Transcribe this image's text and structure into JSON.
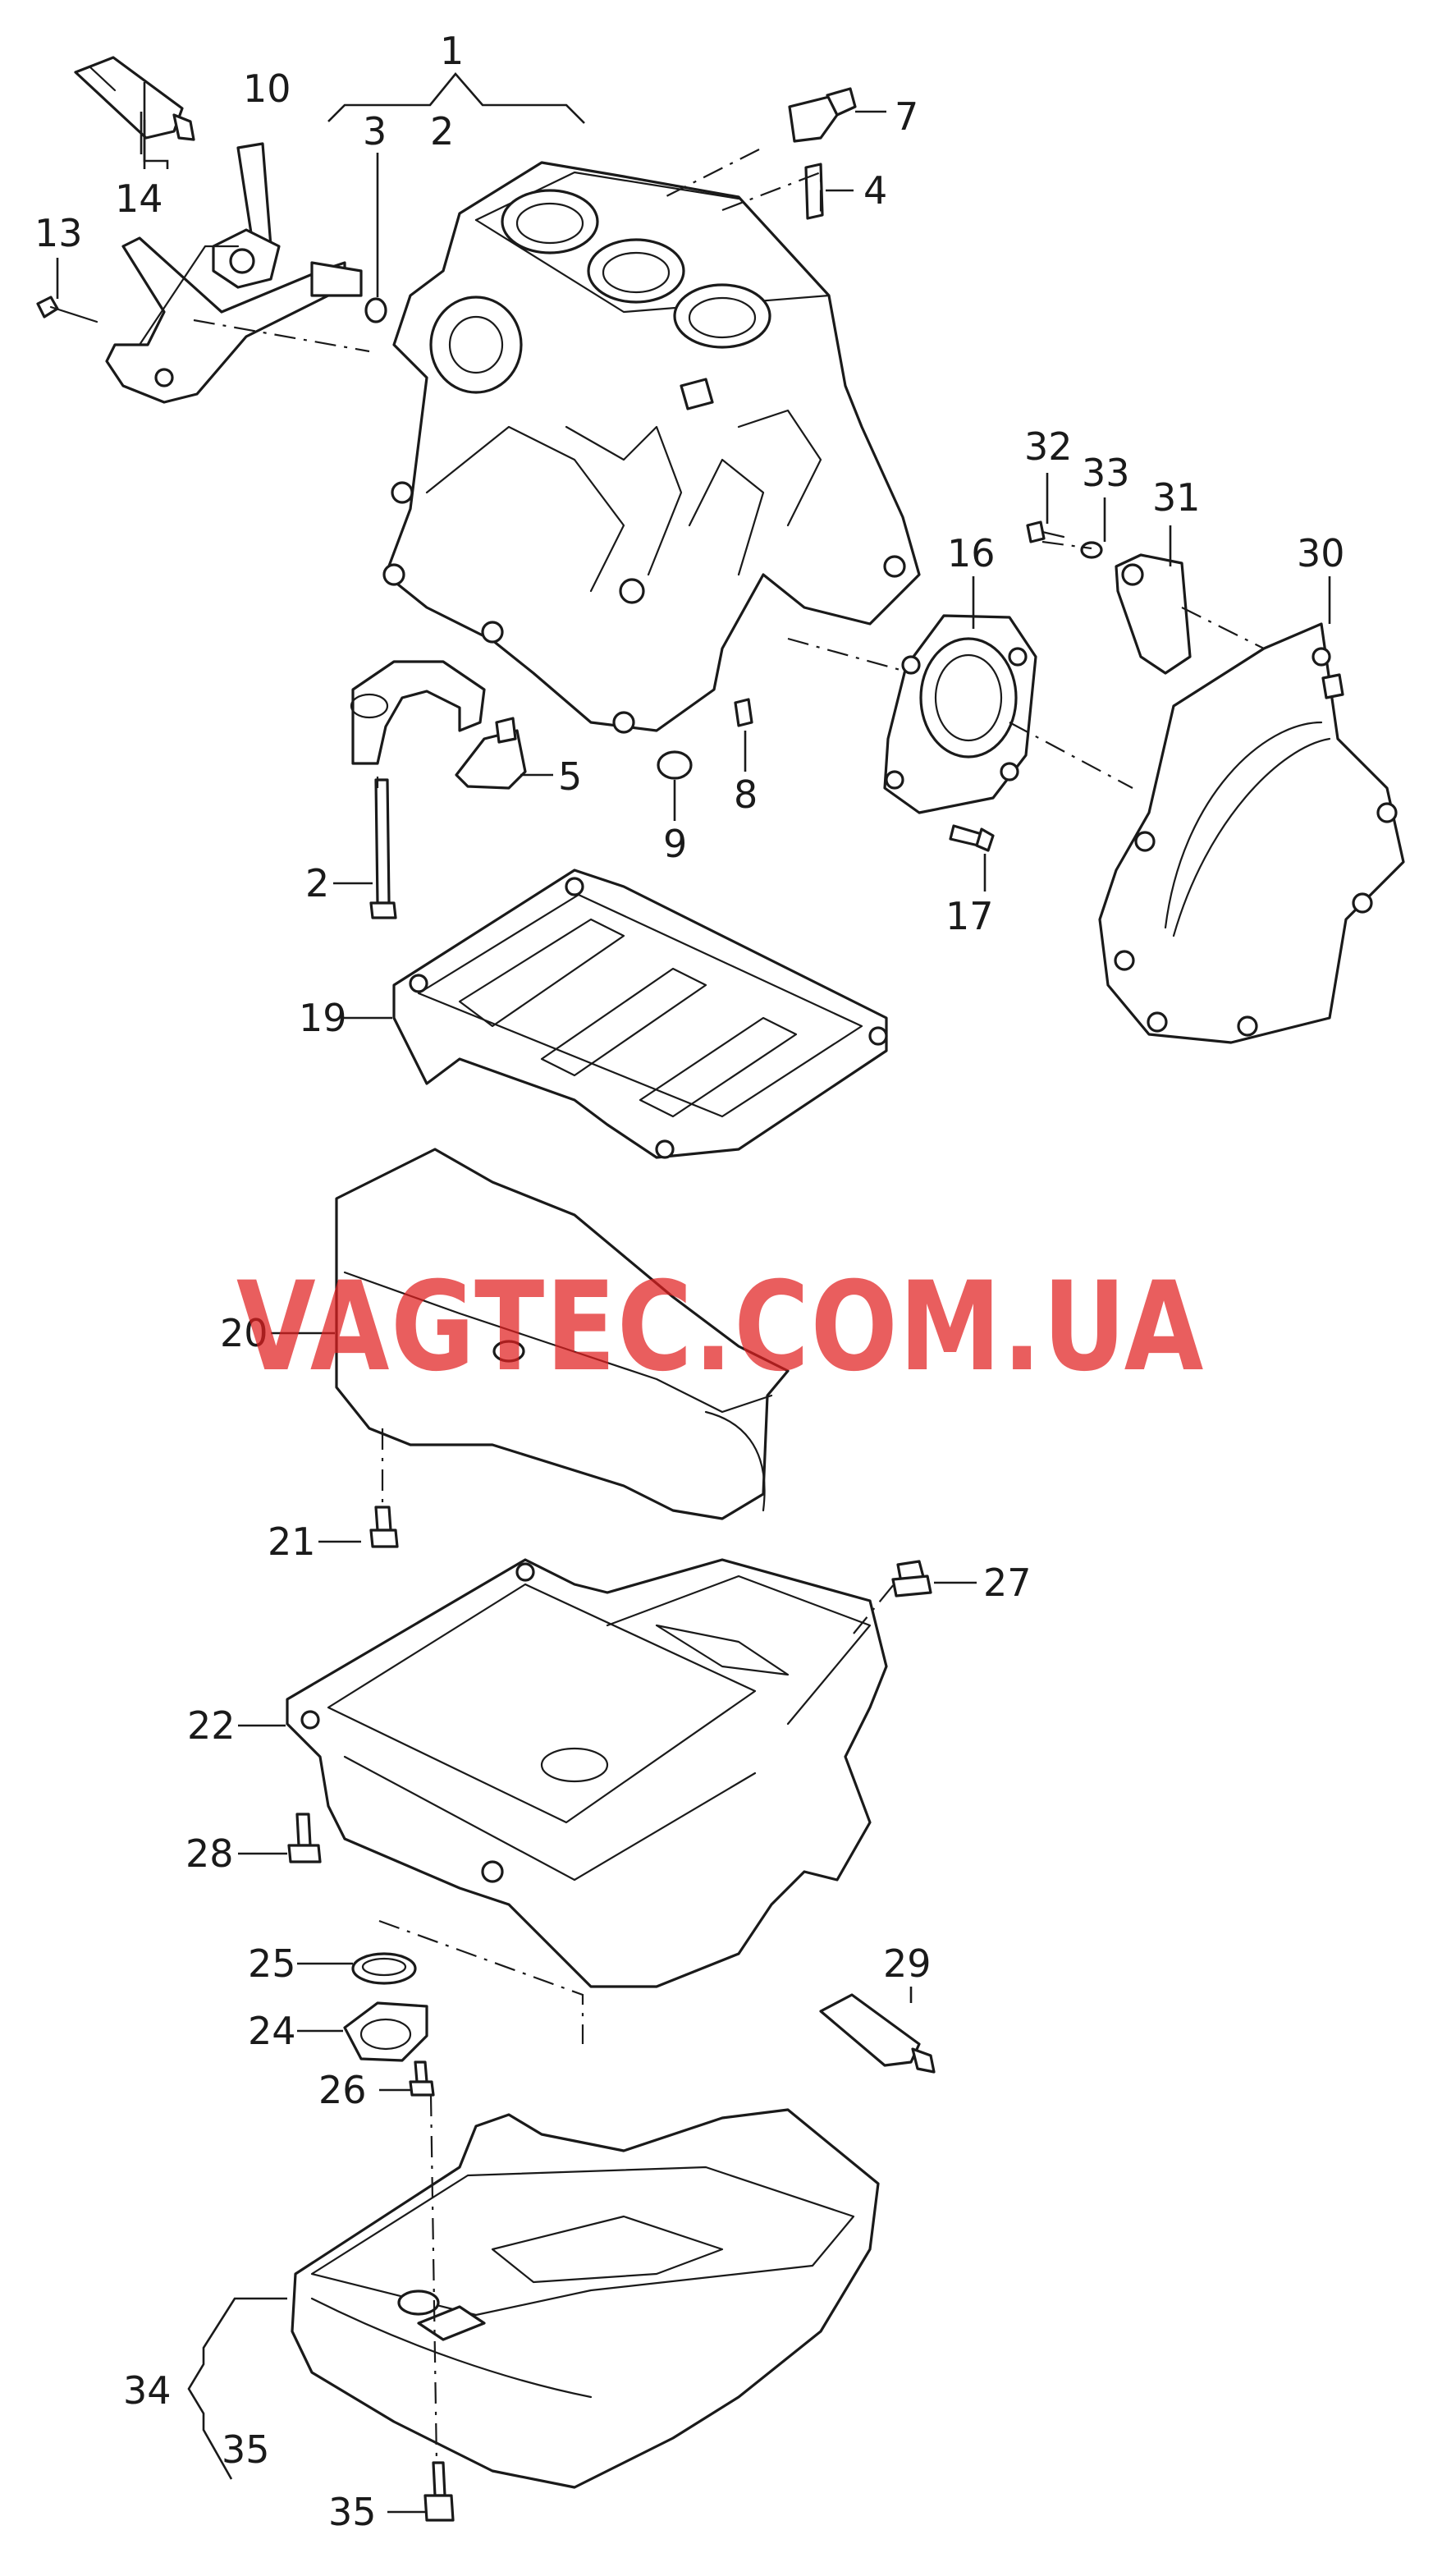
{
  "watermark": "VAGTEC.COM.UA",
  "callouts": {
    "c1": "1",
    "c2a": "2",
    "c2b": "2",
    "c3": "3",
    "c4": "4",
    "c5": "5",
    "c7": "7",
    "c8": "8",
    "c9": "9",
    "c10": "10",
    "c13": "13",
    "c14": "14",
    "c16": "16",
    "c17": "17",
    "c19": "19",
    "c20": "20",
    "c21": "21",
    "c22": "22",
    "c24": "24",
    "c25": "25",
    "c26": "26",
    "c27": "27",
    "c28": "28",
    "c29": "29",
    "c30": "30",
    "c31": "31",
    "c32": "32",
    "c33": "33",
    "c34": "34",
    "c35a": "35",
    "c35b": "35"
  }
}
